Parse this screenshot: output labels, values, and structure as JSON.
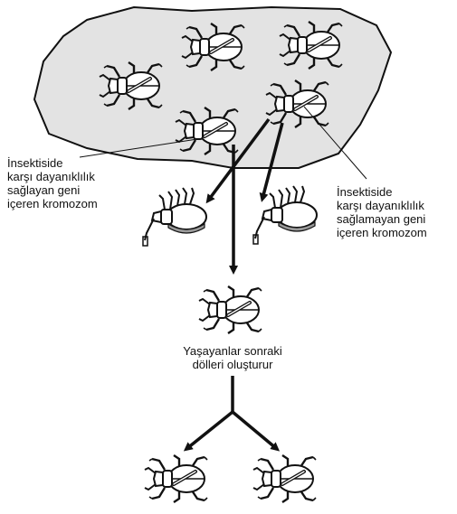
{
  "labels": {
    "resistant_gene": "İnsektiside\nkarşı dayanıklılık\nsağlayan geni\niçeren kromozom",
    "non_resistant_gene": "İnsektiside\nkarşı dayanıklılık\nsağlamayan geni\niçeren kromozom",
    "survivors": "Yaşayanlar sonraki\ndölleri oluşturur"
  },
  "colors": {
    "population_fill": "#e3e3e3",
    "ink": "#111111",
    "dead_abdomen": "#9a9a9a"
  },
  "icons": {
    "beetle": "beetle-icon",
    "dead_beetle": "dead-beetle-icon",
    "arrow": "arrow-icon"
  }
}
